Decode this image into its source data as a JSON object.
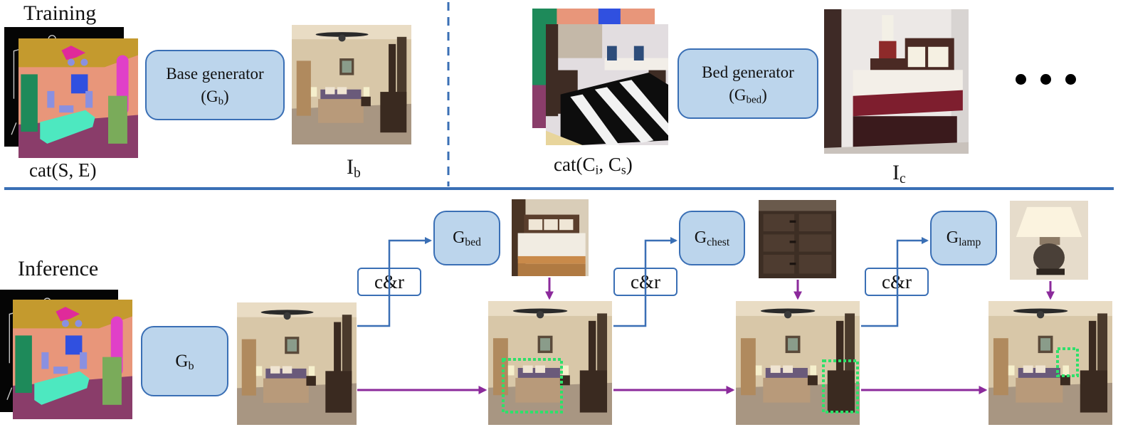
{
  "training": {
    "section_label": "Training",
    "input_caption": "cat(S, E)",
    "base_generator": {
      "line1": "Base generator",
      "sym": "(G",
      "sub": "b",
      "close": ")"
    },
    "base_output": {
      "sym": "I",
      "sub": "b"
    },
    "crop_caption": {
      "pre": "cat(C",
      "sub1": "i",
      "mid": ", C",
      "sub2": "s",
      "close": ")"
    },
    "bed_generator": {
      "line1": "Bed generator",
      "sym": "(G",
      "sub": "bed",
      "close": ")"
    },
    "bed_output": {
      "sym": "I",
      "sub": "c"
    }
  },
  "inference": {
    "section_label": "Inference",
    "base_generator": {
      "sym": "G",
      "sub": "b"
    },
    "steps": [
      {
        "crop_label": "c&r",
        "generator": {
          "sym": "G",
          "sub": "bed"
        }
      },
      {
        "crop_label": "c&r",
        "generator": {
          "sym": "G",
          "sub": "chest"
        }
      },
      {
        "crop_label": "c&r",
        "generator": {
          "sym": "G",
          "sub": "lamp"
        }
      }
    ]
  },
  "colors": {
    "accent_blue": "#3a6fb5",
    "generator_fill": "#bcd5ec",
    "flow_arrow": "#8b2a9b",
    "highlight_box": "#2ee06a",
    "seg_wall": "#e8967a",
    "seg_ceiling": "#c49a2e",
    "seg_floor": "#8a3d6a",
    "seg_bed": "#4de8c0",
    "seg_cabinet": "#1e8a5a",
    "seg_chest": "#7aab5a",
    "seg_window": "#3050e0",
    "seg_curtain": "#e040c8",
    "seg_lamp": "#8a90e0",
    "seg_fan": "#e02a9a"
  }
}
